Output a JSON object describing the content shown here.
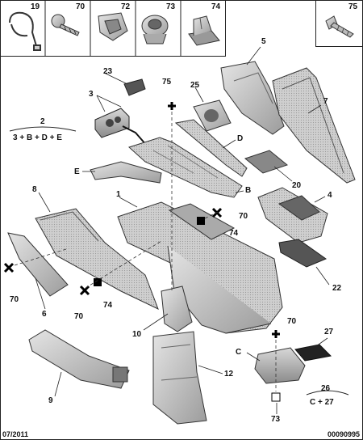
{
  "header_parts": [
    "19",
    "70",
    "72",
    "73",
    "74"
  ],
  "header_part_right": "75",
  "labels": {
    "p1": "1",
    "p2": "2",
    "p2_formula": "3 + B + D + E",
    "p3": "3",
    "p4": "4",
    "p5": "5",
    "p6": "6",
    "p7": "7",
    "p8": "8",
    "p9": "9",
    "p10": "10",
    "p12": "12",
    "p20": "20",
    "p22": "22",
    "p23": "23",
    "p25": "25",
    "p26": "26",
    "p26_formula": "C + 27",
    "p27": "27",
    "pB": "B",
    "pC": "C",
    "pD": "D",
    "pE": "E",
    "p70a": "70",
    "p70b": "70",
    "p70c": "70",
    "p70d": "70",
    "p73": "73",
    "p74a": "74",
    "p74b": "74",
    "p75": "75"
  },
  "footer": {
    "date": "07/2011",
    "ref": "00090995"
  }
}
